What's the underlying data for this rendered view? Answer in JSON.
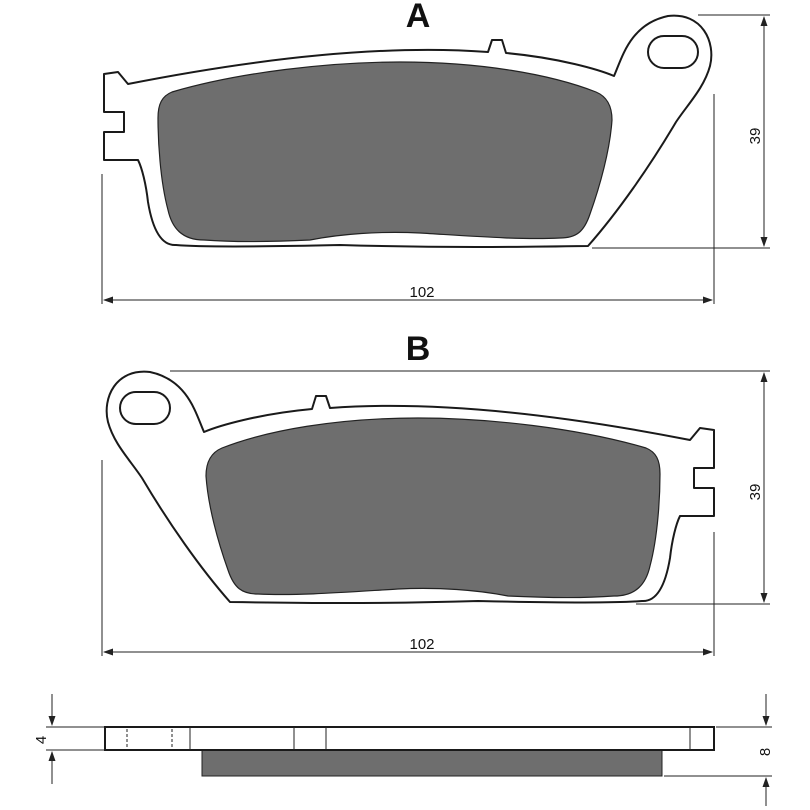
{
  "views": {
    "a": {
      "label": "A",
      "width_dim": "102",
      "height_dim": "39"
    },
    "b": {
      "label": "B",
      "width_dim": "102",
      "height_dim": "39"
    }
  },
  "side_view": {
    "backing_thickness": "4",
    "total_thickness": "8"
  },
  "colors": {
    "pad_material": "#6e6e6e",
    "outline": "#1a1a1a",
    "background": "#ffffff"
  }
}
